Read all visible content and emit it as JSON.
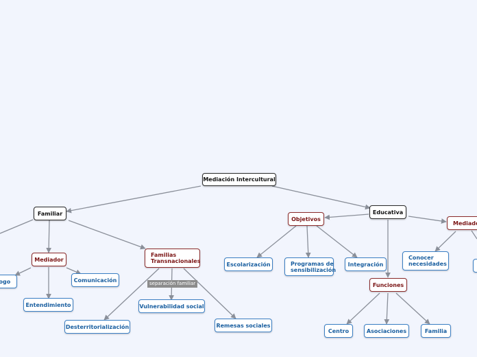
{
  "nodes": {
    "root": "Mediación Intercultural",
    "familiar": "Familiar",
    "educativa": "Educativa",
    "mediador_left": "Mediador",
    "familias_transnacionales": "Familias\nTransnacionales",
    "dialogo": "logo",
    "comunicacion": "Comunicación",
    "entendimiento": "Entendimiento",
    "desterritorializacion": "Desterritorialización",
    "vulnerabilidad": "Vulnerabilidad social",
    "remesas": "Remesas sociales",
    "objetivos": "Objetivos",
    "escolarizacion": "Escolarización",
    "programas": "Programas de\nsensibilización",
    "integracion": "Integración",
    "mediador_right": "Mediador",
    "conocer": "Conocer\nnecesidades",
    "funciones": "Funciones",
    "centro": "Centro",
    "asociaciones": "Asociaciones",
    "familia": "Familia"
  },
  "labels": {
    "separacion": "separación familiar"
  },
  "colors": {
    "background": "#f2f5fd",
    "link": "#8a8f99",
    "black_border": "#2a2a2a",
    "red_border": "#8a2a2a",
    "blue_border": "#3b7fc4"
  }
}
